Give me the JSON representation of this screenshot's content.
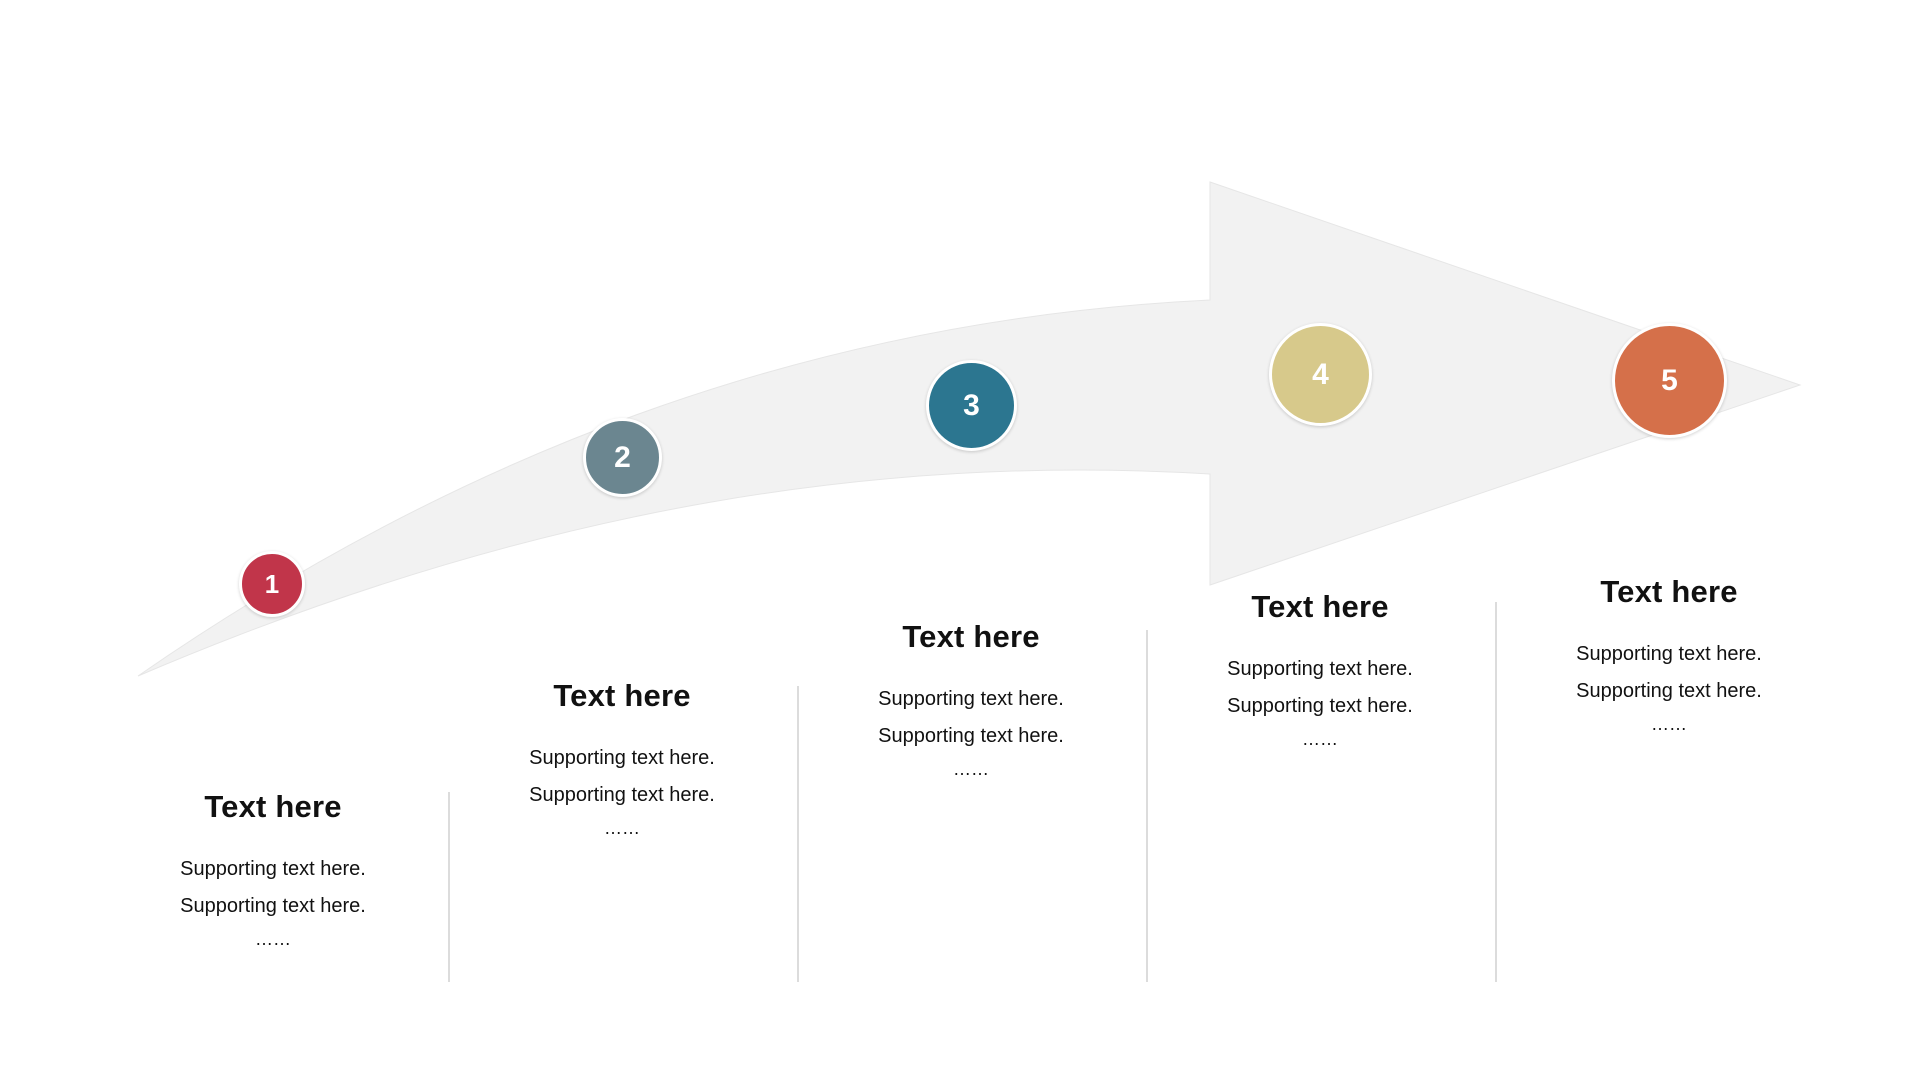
{
  "steps": [
    {
      "number": "1",
      "color": "#c1354a",
      "title": "Text here",
      "line1": "Supporting text here.",
      "line2": "Supporting text here.",
      "ellipsis": "……"
    },
    {
      "number": "2",
      "color": "#6b8690",
      "title": "Text here",
      "line1": "Supporting text here.",
      "line2": "Supporting text here.",
      "ellipsis": "……"
    },
    {
      "number": "3",
      "color": "#2c7690",
      "title": "Text here",
      "line1": "Supporting text here.",
      "line2": "Supporting text here.",
      "ellipsis": "……"
    },
    {
      "number": "4",
      "color": "#d7c98b",
      "title": "Text here",
      "line1": "Supporting text here.",
      "line2": "Supporting text here.",
      "ellipsis": "……"
    },
    {
      "number": "5",
      "color": "#d5704a",
      "title": "Text here",
      "line1": "Supporting text here.",
      "line2": "Supporting text here.",
      "ellipsis": "……"
    }
  ],
  "colors": {
    "arrow": "#f2f2f2",
    "divider": "#dcdcdc"
  }
}
